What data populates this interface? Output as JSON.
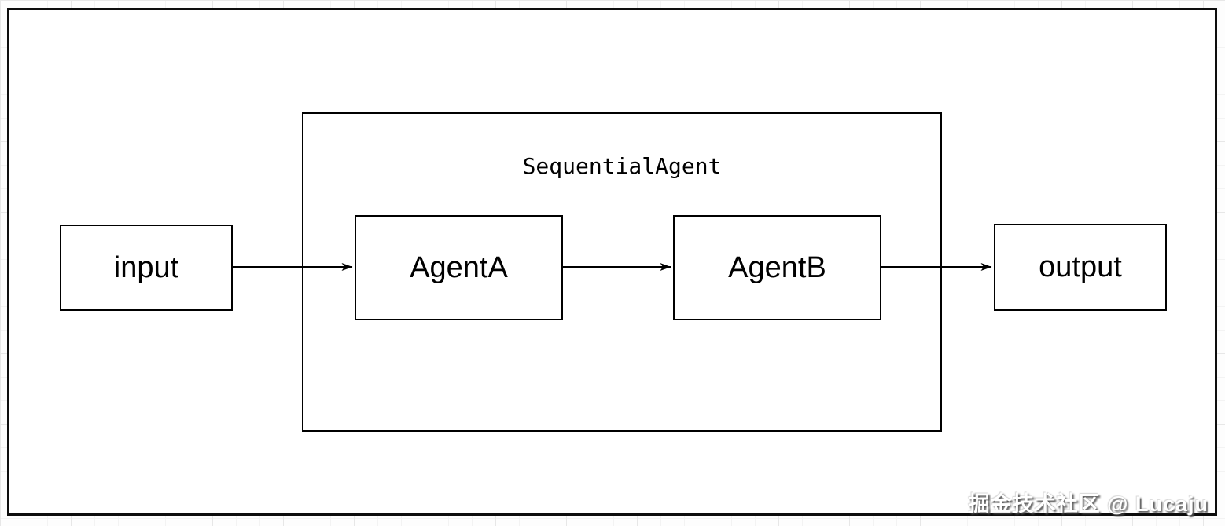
{
  "diagram": {
    "container": {
      "label": "SequentialAgent"
    },
    "nodes": {
      "input": {
        "label": "input"
      },
      "agent_a": {
        "label": "AgentA"
      },
      "agent_b": {
        "label": "AgentB"
      },
      "output": {
        "label": "output"
      }
    },
    "edges": [
      {
        "from": "input",
        "to": "AgentA"
      },
      {
        "from": "AgentA",
        "to": "AgentB"
      },
      {
        "from": "AgentB",
        "to": "output"
      }
    ],
    "colors": {
      "stroke": "#000000",
      "node_fill": "#ffffff",
      "canvas_fill": "#ffffff",
      "grid_line": "#ededed"
    }
  },
  "watermark": {
    "text": "掘金技术社区 @ Lucaju"
  }
}
